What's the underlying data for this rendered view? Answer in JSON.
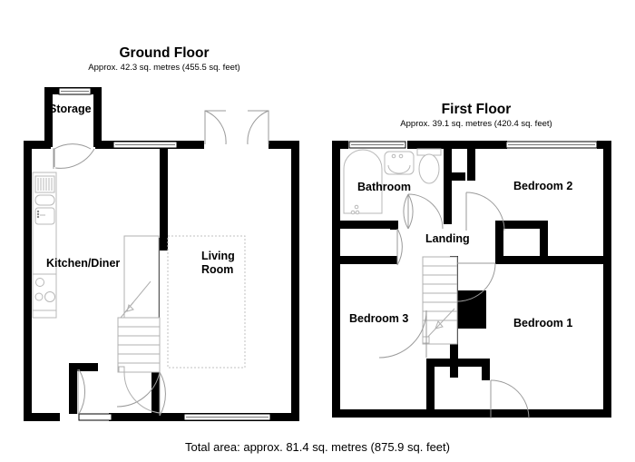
{
  "document": {
    "type": "floor-plan",
    "background_color": "#ffffff",
    "wall_color": "#000000",
    "fixture_color": "#b8b8b8"
  },
  "floors": [
    {
      "id": "ground",
      "title": "Ground Floor",
      "subtitle": "Approx. 42.3 sq. metres (455.5 sq. feet)",
      "area_sqm": 42.3,
      "area_sqft": 455.5,
      "rooms": [
        {
          "id": "storage",
          "label": "Storage"
        },
        {
          "id": "kitchen-diner",
          "label": "Kitchen/Diner"
        },
        {
          "id": "living-room",
          "label_line1": "Living",
          "label_line2": "Room"
        }
      ],
      "features": [
        "window-storage-top",
        "window-kitchen-top",
        "french-doors-living-room",
        "door-storage",
        "front-door",
        "door-hall",
        "staircase-up",
        "kitchen-units",
        "hob",
        "sink",
        "window-living-bottom"
      ]
    },
    {
      "id": "first",
      "title": "First Floor",
      "subtitle": "Approx. 39.1 sq. metres (420.4 sq. feet)",
      "area_sqm": 39.1,
      "area_sqft": 420.4,
      "rooms": [
        {
          "id": "bathroom",
          "label": "Bathroom"
        },
        {
          "id": "bedroom-2",
          "label": "Bedroom 2"
        },
        {
          "id": "landing",
          "label": "Landing"
        },
        {
          "id": "bedroom-3",
          "label": "Bedroom 3"
        },
        {
          "id": "bedroom-1",
          "label": "Bedroom 1"
        }
      ],
      "features": [
        "window-bathroom",
        "window-bedroom-2",
        "bathtub",
        "wash-basin",
        "toilet",
        "door-bathroom",
        "door-bedroom-2",
        "door-bedroom-3",
        "door-bedroom-1",
        "staircase-down",
        "stair-bulkhead"
      ]
    }
  ],
  "footer": {
    "total_area_text": "Total area: approx. 81.4 sq. metres (875.9 sq. feet)",
    "total_sqm": 81.4,
    "total_sqft": 875.9
  }
}
